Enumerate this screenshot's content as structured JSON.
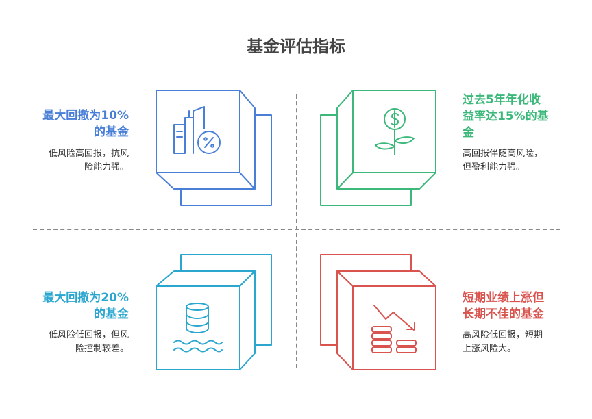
{
  "title": "基金评估指标",
  "colors": {
    "blue": "#4a7fd8",
    "green": "#3cb87a",
    "cyan": "#2aa6cf",
    "red": "#d9534f",
    "divider": "#888888"
  },
  "quadrants": {
    "top_left": {
      "heading": "最大回撤为10%\n的基金",
      "description": "低风险高回报，抗风\n险能力强。",
      "icon": "buildings-percent-icon",
      "color": "#4a7fd8"
    },
    "top_right": {
      "heading": "过去5年年化收\n益率达15%的基\n金",
      "description": "高回报伴随高风险，\n但盈利能力强。",
      "icon": "money-plant-icon",
      "color": "#3cb87a"
    },
    "bottom_left": {
      "heading": "最大回撤为20%\n的基金",
      "description": "低风险低回报，但风\n险控制较差。",
      "icon": "coin-stack-water-icon",
      "color": "#2aa6cf"
    },
    "bottom_right": {
      "heading": "短期业绩上涨但\n长期不佳的基金",
      "description": "高风险低回报，短期\n上涨风险大。",
      "icon": "declining-coins-icon",
      "color": "#d9534f"
    }
  }
}
